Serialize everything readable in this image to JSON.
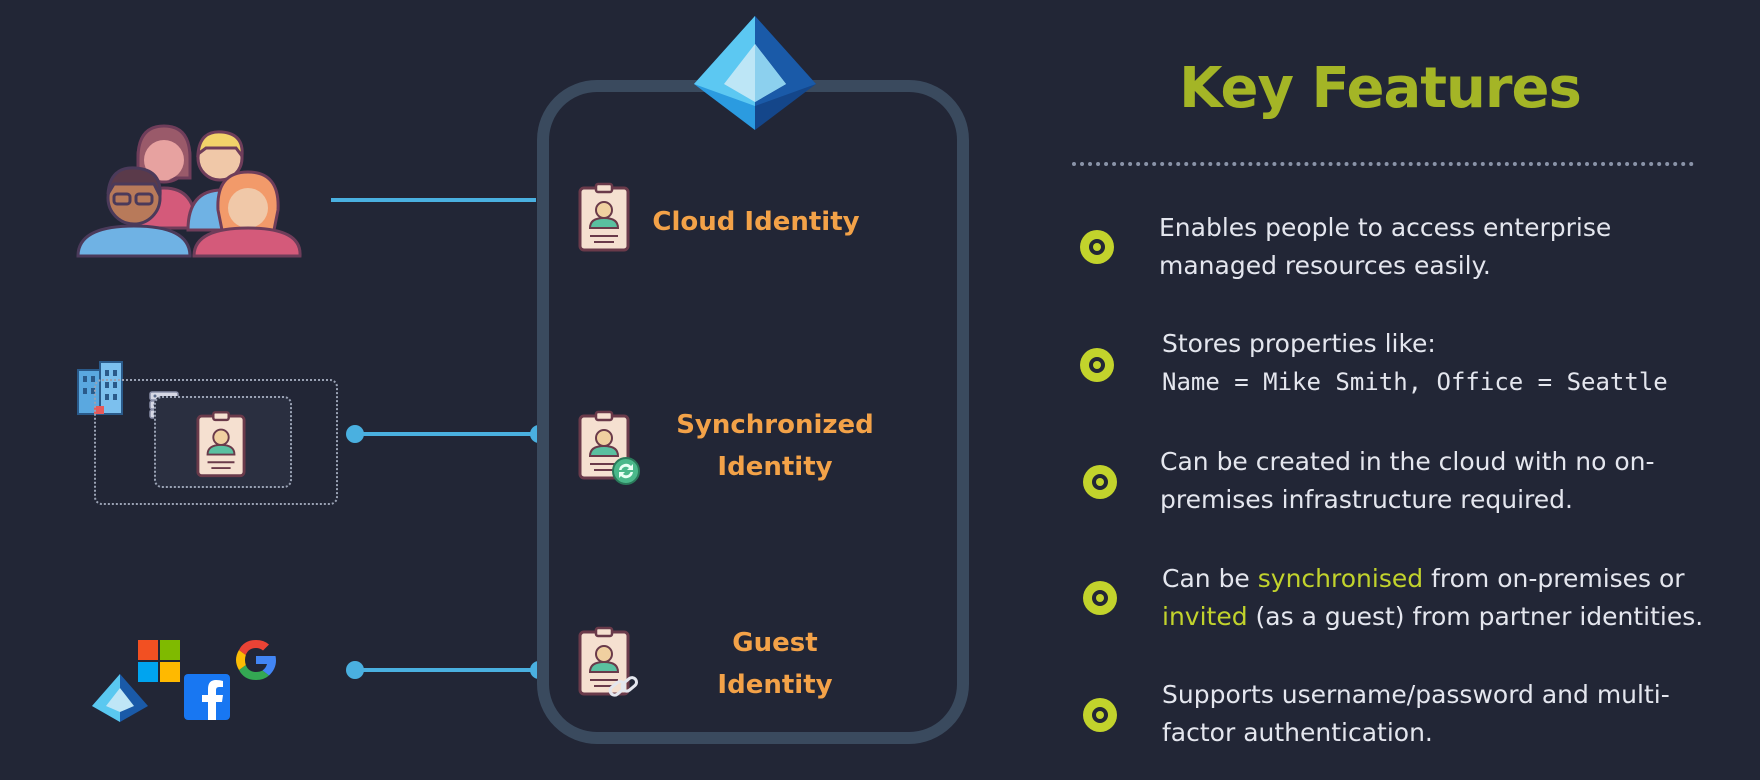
{
  "diagram": {
    "identities": [
      {
        "label_line1": "Cloud Identity",
        "label_line2": ""
      },
      {
        "label_line1": "Synchronized",
        "label_line2": "Identity"
      },
      {
        "label_line1": "Guest",
        "label_line2": "Identity"
      }
    ],
    "colors": {
      "background": "#222636",
      "frame": "#3a4a5e",
      "connector": "#4ab0e0",
      "identity_label": "#f3a248",
      "title": "#a4b526",
      "bullet": "#c2d32c"
    }
  },
  "key_features": {
    "title": "Key Features",
    "items": [
      {
        "line1": "Enables people to access enterprise",
        "line2": "managed resources easily."
      },
      {
        "line1": "Stores properties like:",
        "line2": "Name = Mike Smith, Office = Seattle"
      },
      {
        "line1": "Can be created in the cloud with no on-",
        "line2": "premises infrastructure required."
      },
      {
        "line1_pre": "Can be ",
        "line1_hl": "synchronised",
        "line1_post": " from on-premises or",
        "line2_hl": "invited",
        "line2_post": " (as a guest) from partner identities."
      },
      {
        "line1": "Supports username/password and multi-",
        "line2": "factor authentication."
      }
    ]
  },
  "icons": {
    "users": "people-group-icon",
    "on_premises": "building-server-icon",
    "partners": [
      "azure-ad-icon",
      "microsoft-icon",
      "facebook-icon",
      "google-icon"
    ],
    "identity_badge": "id-badge-icon",
    "sync": "sync-icon",
    "link": "link-icon"
  }
}
